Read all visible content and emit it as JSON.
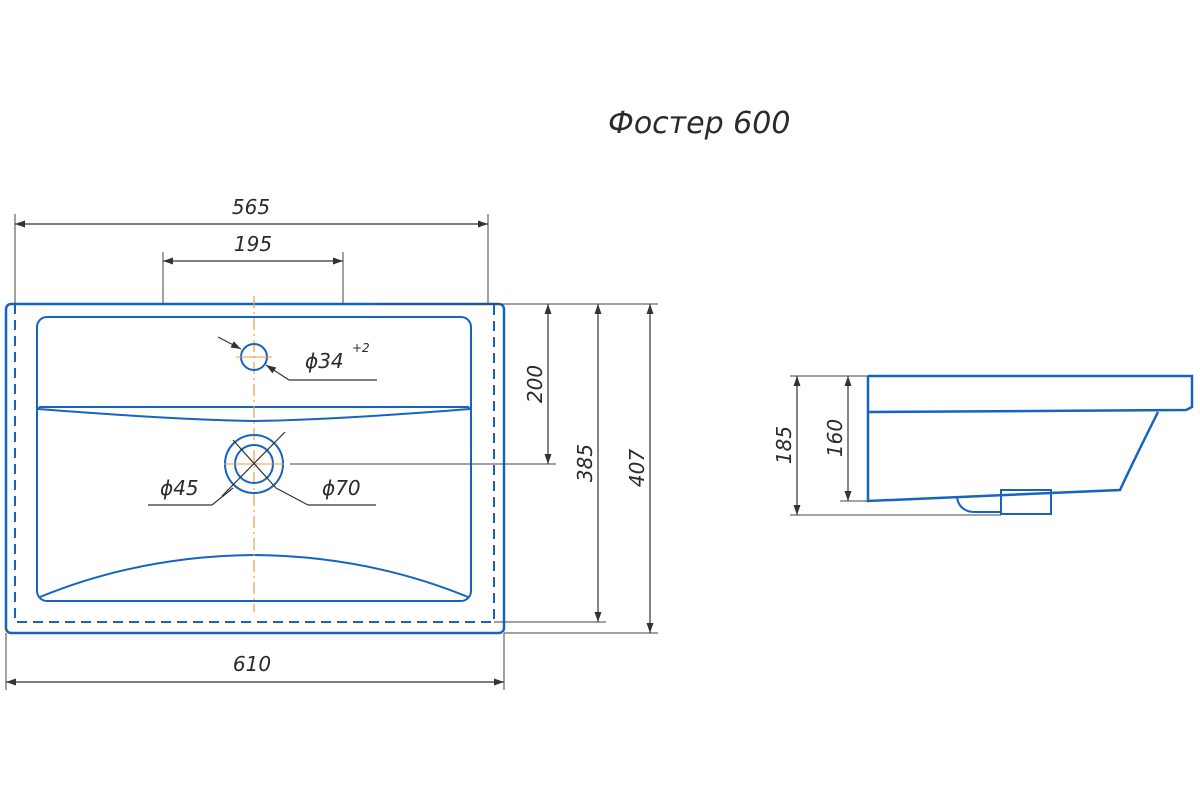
{
  "title": "Фостер 600",
  "colors": {
    "outline": "#1565c0",
    "dimension": "#333333",
    "centerline": "#e8a040",
    "background": "#ffffff"
  },
  "top_view": {
    "dims": {
      "width_565": "565",
      "tap_spacing_195": "195",
      "total_width_610": "610",
      "depth_200": "200",
      "depth_385": "385",
      "depth_407": "407"
    },
    "tap_hole": {
      "diameter": "ϕ34",
      "tolerance": "+2"
    },
    "drain": {
      "inner_diameter": "ϕ45",
      "outer_diameter": "ϕ70"
    }
  },
  "side_view": {
    "dims": {
      "height_185": "185",
      "height_160": "160"
    }
  }
}
